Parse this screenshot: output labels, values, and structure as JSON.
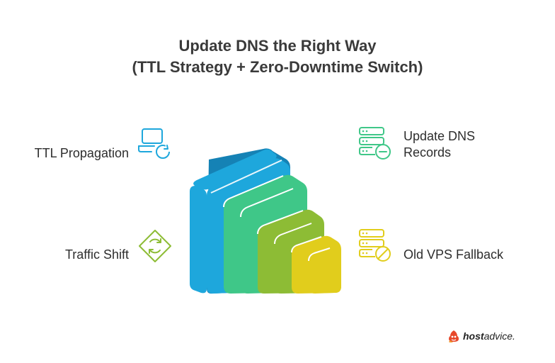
{
  "title": {
    "line1": "Update DNS the Right Way",
    "line2": "(TTL Strategy + Zero-Downtime Switch)"
  },
  "labels": {
    "ttl": "TTL Propagation",
    "dns": [
      "Update DNS",
      "Records"
    ],
    "traffic": "Traffic Shift",
    "fallback": "Old VPS Fallback"
  },
  "icons": {
    "ttl": "laptop-refresh-icon",
    "dns": "server-minus-icon",
    "traffic": "diamond-cycle-icon",
    "fallback": "server-blocked-icon"
  },
  "colors": {
    "blue": "#1ea7dc",
    "green": "#3fc788",
    "olive": "#8dbc35",
    "yellow": "#e1cd1c",
    "text": "#2d2d2d"
  },
  "brand": {
    "bold": "host",
    "regular": "advice."
  }
}
